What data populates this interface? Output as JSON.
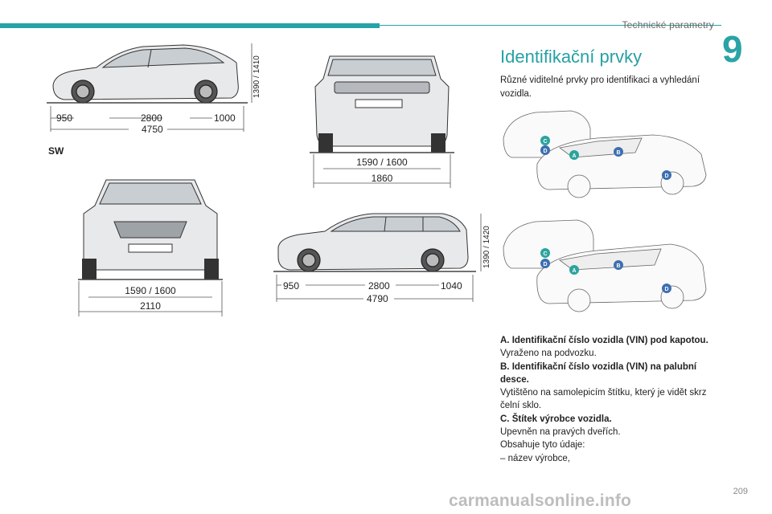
{
  "header": {
    "section_title": "Technické parametry",
    "chapter_number": "9"
  },
  "right_column": {
    "heading": "Identifikační prvky",
    "intro": "Různé viditelné prvky pro identifikaci a vyhledání vozidla.",
    "markers": {
      "a": "A",
      "b": "B",
      "c": "C",
      "d": "D"
    },
    "items": [
      {
        "title": "A. Identifikační číslo vozidla (VIN) pod kapotou.",
        "lines": [
          "Vyraženo na podvozku."
        ]
      },
      {
        "title": "B. Identifikační číslo vozidla (VIN) na palubní desce.",
        "lines": [
          "Vytištěno na samolepicím štítku, který je vidět skrz čelní sklo."
        ]
      },
      {
        "title": "C. Štítek výrobce vozidla.",
        "lines": [
          "Upevněn na pravých dveřích.",
          "Obsahuje tyto údaje:",
          "–  název výrobce,"
        ]
      }
    ]
  },
  "diagrams": {
    "sw_label": "SW",
    "sedan_side": {
      "front": "950",
      "wheelbase": "2800",
      "rear": "1000",
      "length": "4750",
      "height": "1390 / 1410"
    },
    "sedan_rear": {
      "track": "1590 / 1600",
      "width": "1860"
    },
    "sw_front": {
      "track": "1590 / 1600",
      "width": "2110"
    },
    "sw_side": {
      "front": "950",
      "wheelbase": "2800",
      "rear": "1040",
      "length": "4790",
      "height": "1390 / 1420"
    }
  },
  "footer": {
    "page_number": "209",
    "watermark": "carmanualsonline.info"
  },
  "colors": {
    "accent": "#26a3a6",
    "marker_green": "#2ca39d",
    "marker_blue": "#3d6fb0"
  }
}
